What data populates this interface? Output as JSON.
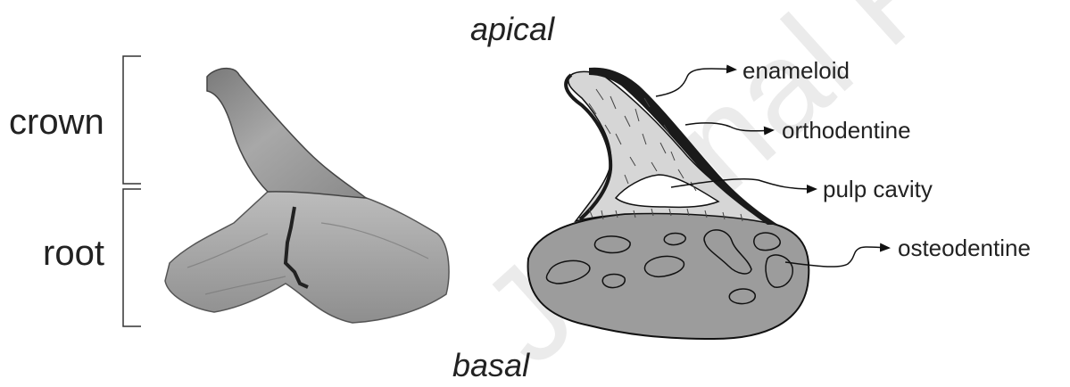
{
  "orientation": {
    "top": "apical",
    "bottom": "basal"
  },
  "photo_regions": {
    "crown": "crown",
    "root": "root"
  },
  "histology_labels": [
    "enameloid",
    "orthodentine",
    "pulp cavity",
    "osteodentine"
  ],
  "watermark": "Journal Pre-proof",
  "colors": {
    "text": "#222222",
    "enameloid": "#1a1a1a",
    "orthodentine": "#d6d6d6",
    "osteodentine": "#9c9c9c",
    "pulp": "#ffffff"
  }
}
